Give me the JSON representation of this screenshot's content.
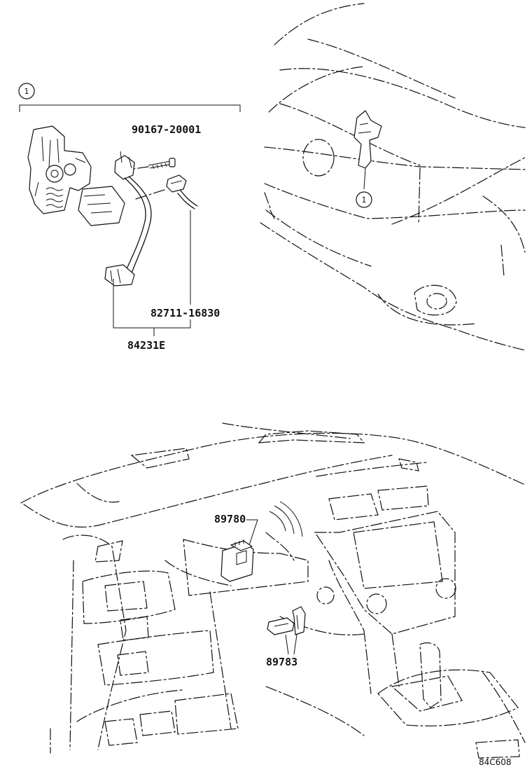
{
  "callout_marker": "1",
  "parts": {
    "screw": "90167-20001",
    "hood_courtesy_switch": "82711-16830",
    "hood_lock_assembly": "84231E",
    "control_module": "89780",
    "sensor_bracket": "89783"
  },
  "figure_code": "84C608",
  "colors": {
    "line": "#111111",
    "background": "#ffffff"
  }
}
